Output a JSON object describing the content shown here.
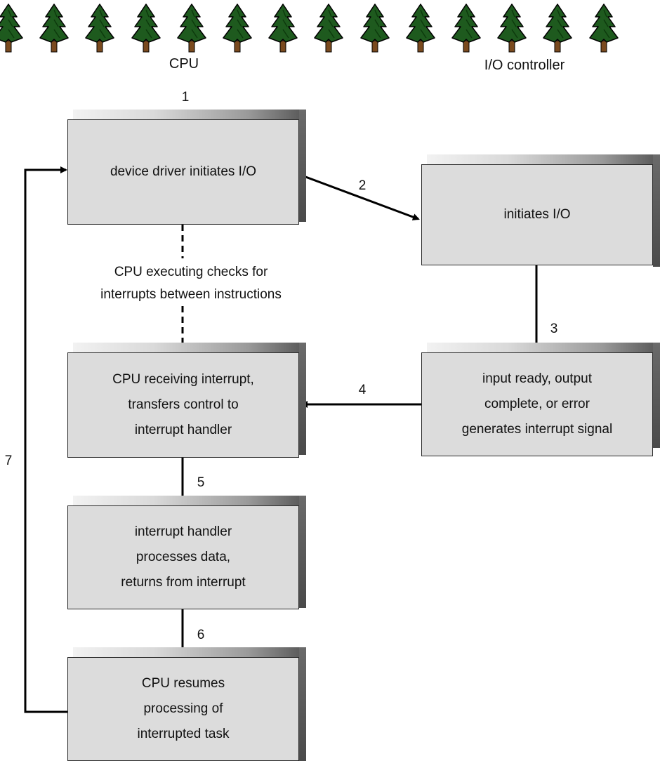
{
  "headings": {
    "cpu": "CPU",
    "io_controller": "I/O controller"
  },
  "steps": {
    "s1": "1",
    "s2": "2",
    "s3": "3",
    "s4": "4",
    "s5": "5",
    "s6": "6",
    "s7": "7"
  },
  "boxes": {
    "driver_initiates": [
      "device driver initiates I/O"
    ],
    "controller_initiates": [
      "initiates I/O"
    ],
    "cpu_receiving": [
      "CPU receiving interrupt,",
      "transfers control to",
      "interrupt handler"
    ],
    "controller_ready": [
      "input ready, output",
      "complete, or error",
      "generates interrupt signal"
    ],
    "handler_processes": [
      "interrupt handler",
      "processes data,",
      "returns from interrupt"
    ],
    "cpu_resumes": [
      "CPU resumes",
      "processing of",
      "interrupted task"
    ]
  },
  "note": [
    "CPU executing checks for",
    "interrupts between instructions"
  ],
  "colors": {
    "box_fill": "#dcdcdc",
    "tree_green": "#1e5a1e",
    "trunk_brown": "#7a4a1e"
  },
  "decoration": {
    "icon": "pine-tree-icon",
    "count": 14
  }
}
